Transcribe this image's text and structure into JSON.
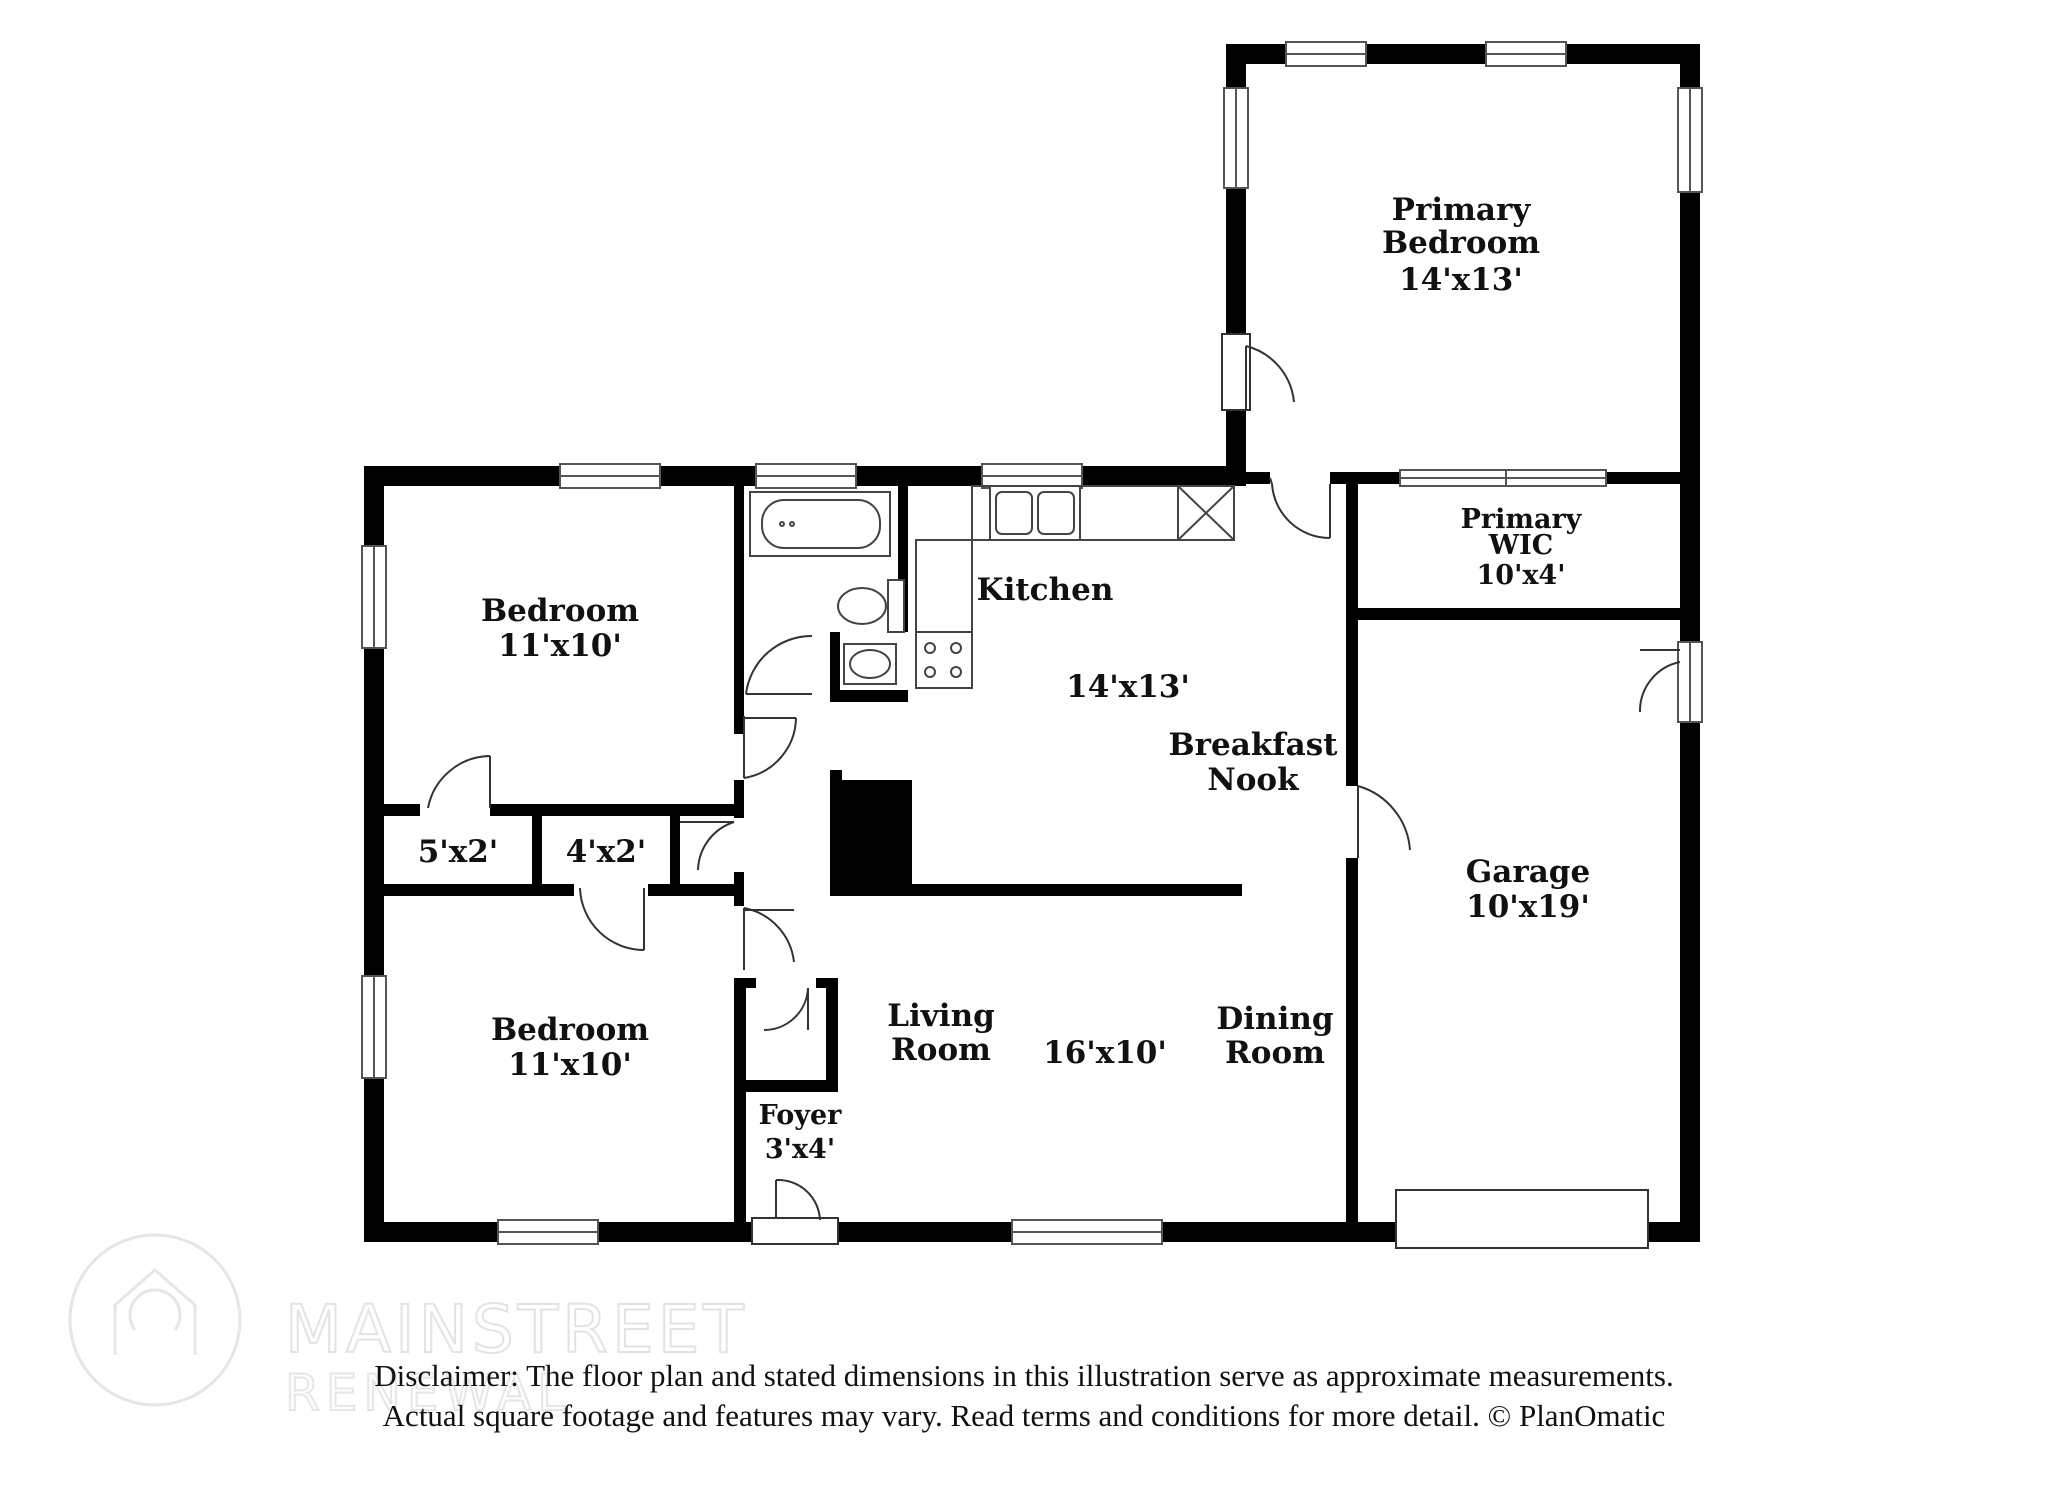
{
  "rooms": [
    {
      "name": "Primary Bedroom",
      "lines": [
        "Primary",
        "Bedroom",
        "14'x13'"
      ]
    },
    {
      "name": "Primary WIC",
      "lines": [
        "Primary",
        "WIC",
        "10'x4'"
      ]
    },
    {
      "name": "Bedroom 1",
      "lines": [
        "Bedroom",
        "11'x10'"
      ]
    },
    {
      "name": "Kitchen",
      "lines": [
        "Kitchen"
      ]
    },
    {
      "name": "Kitchen Size",
      "lines": [
        "14'x13'"
      ]
    },
    {
      "name": "Breakfast Nook",
      "lines": [
        "Breakfast",
        "Nook"
      ]
    },
    {
      "name": "Garage",
      "lines": [
        "Garage",
        "10'x19'"
      ]
    },
    {
      "name": "Closet 1",
      "lines": [
        "5'x2'"
      ]
    },
    {
      "name": "Closet 2",
      "lines": [
        "4'x2'"
      ]
    },
    {
      "name": "Bedroom 2",
      "lines": [
        "Bedroom",
        "11'x10'"
      ]
    },
    {
      "name": "Living Room",
      "lines": [
        "Living",
        "Room"
      ]
    },
    {
      "name": "Living Size",
      "lines": [
        "16'x10'"
      ]
    },
    {
      "name": "Dining Room",
      "lines": [
        "Dining",
        "Room"
      ]
    },
    {
      "name": "Foyer",
      "lines": [
        "Foyer",
        "3'x4'"
      ]
    }
  ],
  "disclaimer": {
    "line1": "Disclaimer: The floor plan and stated dimensions in this illustration serve as approximate measurements.",
    "line2": "Actual square footage and features may vary. Read terms and conditions for more detail. © PlanOmatic"
  },
  "watermark": {
    "text": "MAINSTREET",
    "subtext": "RENEWAL"
  },
  "colors": {
    "wall": "#000000",
    "background": "#ffffff",
    "watermark": "#e3e3e3"
  }
}
